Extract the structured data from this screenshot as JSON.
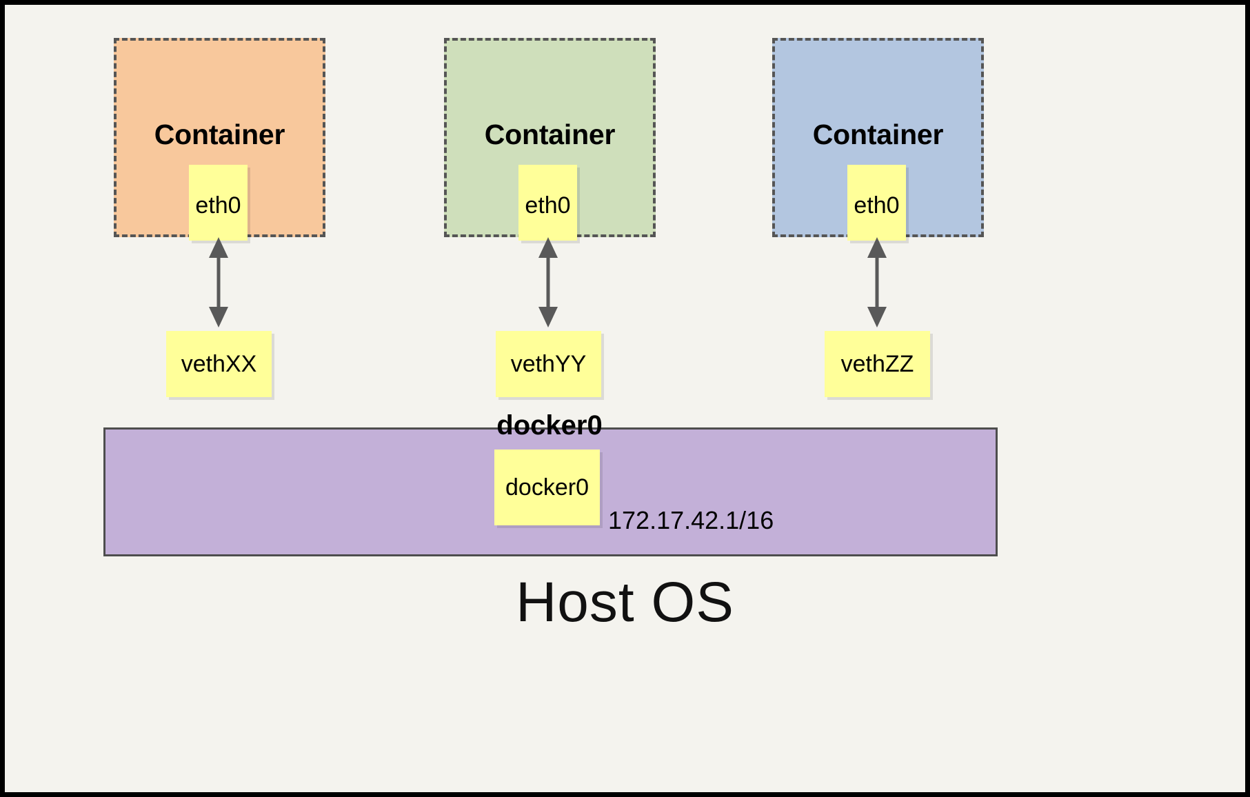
{
  "diagram": {
    "title_caption": "Host OS",
    "bridge": {
      "name": "docker0",
      "interface_label": "docker0",
      "ip_cidr": "172.17.42.1/16",
      "fill_color": "#c3b0d8",
      "border_color": "#4d4d4d"
    },
    "note_fill_color": "#ffff99",
    "arrow_color": "#595959",
    "background_color": "#f4f3ee",
    "frame_color": "#000000",
    "containers": [
      {
        "title": "Container",
        "interface": "eth0",
        "veth": "vethXX",
        "fill_color": "#f8c89c",
        "border_color": "#555555"
      },
      {
        "title": "Container",
        "interface": "eth0",
        "veth": "vethYY",
        "fill_color": "#cfdfbb",
        "border_color": "#555555"
      },
      {
        "title": "Container",
        "interface": "eth0",
        "veth": "vethZZ",
        "fill_color": "#b3c6e0",
        "border_color": "#555555"
      }
    ]
  }
}
